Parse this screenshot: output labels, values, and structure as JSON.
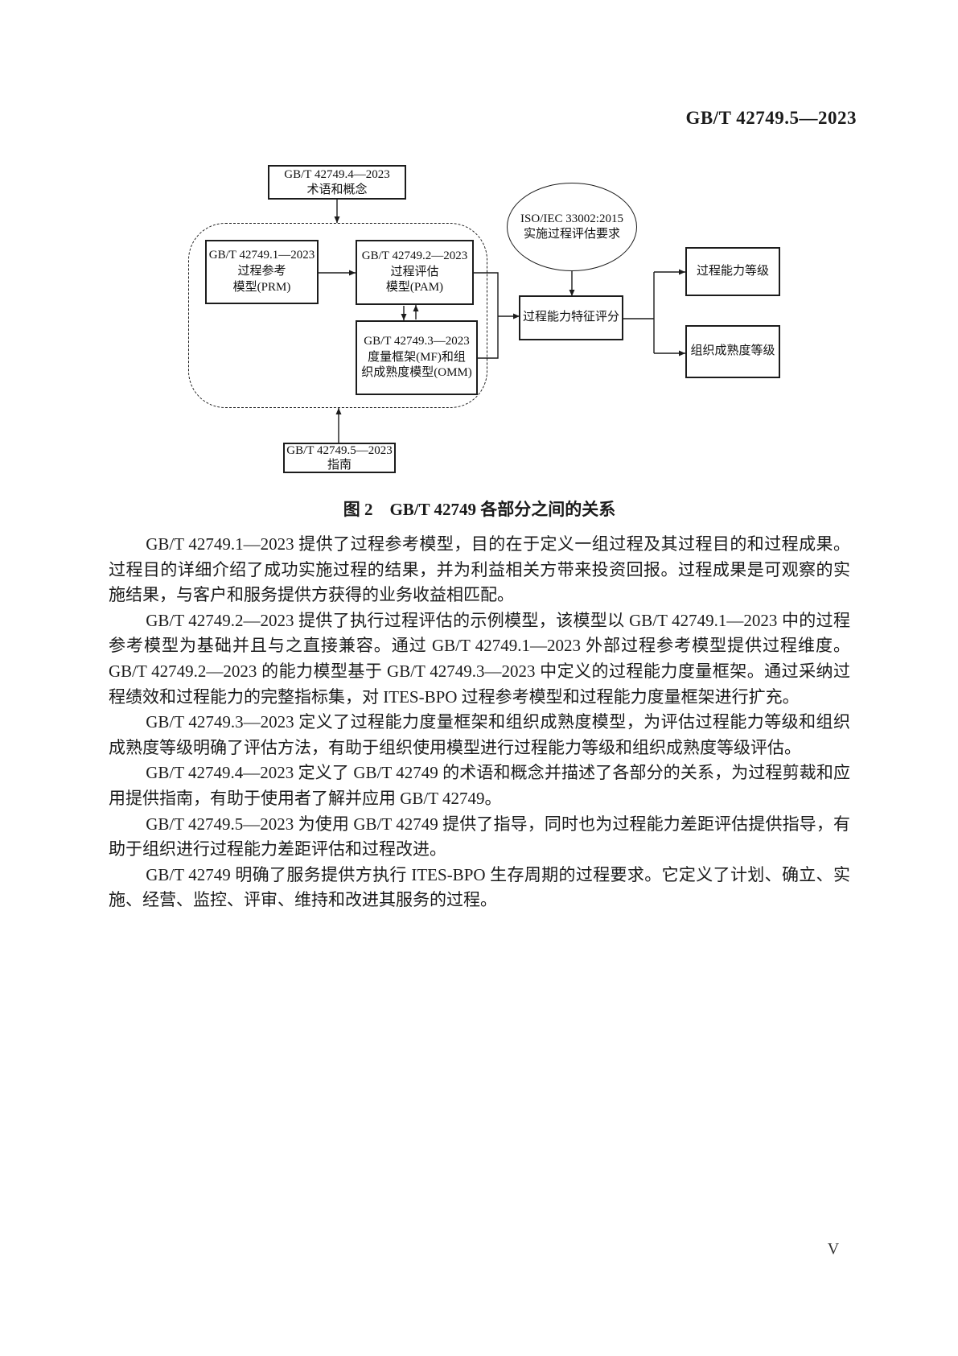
{
  "page": {
    "header": "GB/T 42749.5—2023",
    "page_number": "V"
  },
  "figure": {
    "caption": "图 2　GB/T 42749 各部分之间的关系",
    "nodes": {
      "terms": "GB/T 42749.4—2023\n术语和概念",
      "prm": "GB/T 42749.1—2023\n过程参考\n模型(PRM)",
      "pam": "GB/T 42749.2—2023\n过程评估\n模型(PAM)",
      "mf_omm": "GB/T 42749.3—2023\n度量框架(MF)和组\n织成熟度模型(OMM)",
      "iso": "ISO/IEC 33002:2015\n实施过程评估要求",
      "scoring": "过程能力特征评分",
      "capability": "过程能力等级",
      "maturity": "组织成熟度等级",
      "guide": "GB/T 42749.5—2023\n指南"
    }
  },
  "body": {
    "paragraphs": [
      "GB/T 42749.1—2023 提供了过程参考模型，目的在于定义一组过程及其过程目的和过程成果。过程目的详细介绍了成功实施过程的结果，并为利益相关方带来投资回报。过程成果是可观察的实施结果，与客户和服务提供方获得的业务收益相匹配。",
      "GB/T 42749.2—2023 提供了执行过程评估的示例模型，该模型以 GB/T 42749.1—2023 中的过程参考模型为基础并且与之直接兼容。通过 GB/T 42749.1—2023 外部过程参考模型提供过程维度。GB/T 42749.2—2023 的能力模型基于 GB/T 42749.3—2023 中定义的过程能力度量框架。通过采纳过程绩效和过程能力的完整指标集，对 ITES-BPO 过程参考模型和过程能力度量框架进行扩充。",
      "GB/T 42749.3—2023 定义了过程能力度量框架和组织成熟度模型，为评估过程能力等级和组织成熟度等级明确了评估方法，有助于组织使用模型进行过程能力等级和组织成熟度等级评估。",
      "GB/T 42749.4—2023 定义了 GB/T 42749 的术语和概念并描述了各部分的关系，为过程剪裁和应用提供指南，有助于使用者了解并应用 GB/T 42749。",
      "GB/T 42749.5—2023 为使用 GB/T 42749 提供了指导，同时也为过程能力差距评估提供指导，有助于组织进行过程能力差距评估和过程改进。",
      "GB/T 42749 明确了服务提供方执行 ITES-BPO 生存周期的过程要求。它定义了计划、确立、实施、经营、监控、评审、维持和改进其服务的过程。"
    ]
  }
}
